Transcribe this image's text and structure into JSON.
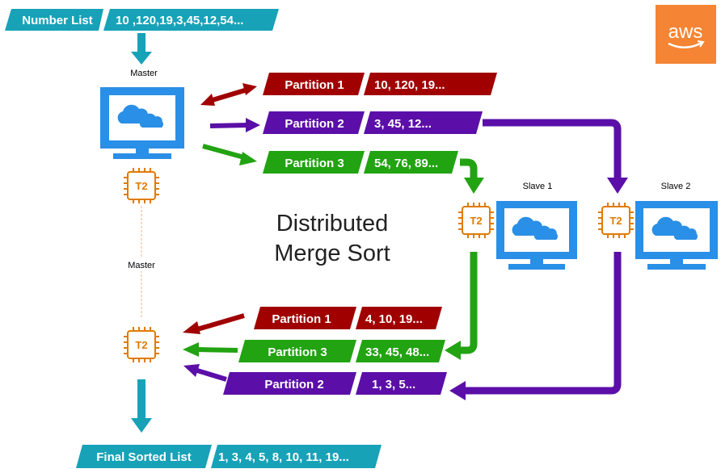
{
  "input": {
    "label": "Number List",
    "values": "10 ,120,19,3,45,12,54..."
  },
  "logo": {
    "text": "aws"
  },
  "master_top": {
    "label": "Master",
    "chip": "T2"
  },
  "master_bottom": {
    "label": "Master",
    "chip": "T2"
  },
  "slave1": {
    "label": "Slave 1",
    "chip": "T2"
  },
  "slave2": {
    "label": "Slave 2",
    "chip": "T2"
  },
  "title": {
    "line1": "Distributed",
    "line2": "Merge Sort"
  },
  "partitions_out": [
    {
      "label": "Partition 1",
      "values": "10, 120, 19..."
    },
    {
      "label": "Partition 2",
      "values": "3, 45, 12..."
    },
    {
      "label": "Partition 3",
      "values": "54, 76, 89..."
    }
  ],
  "partitions_back": [
    {
      "label": "Partition 1",
      "values": "4, 10, 19..."
    },
    {
      "label": "Partition 3",
      "values": "33, 45, 48..."
    },
    {
      "label": "Partition 2",
      "values": "1, 3, 5..."
    }
  ],
  "output": {
    "label": "Final Sorted List",
    "values": "1, 3, 4, 5, 8, 10, 11, 19..."
  },
  "colors": {
    "teal": "#17a2b8",
    "red": "#a00000",
    "purple": "#5b0fa8",
    "green": "#22a312",
    "monitor": "#2a8fe6",
    "chip": "#e07b00",
    "aws": "#f58534"
  }
}
